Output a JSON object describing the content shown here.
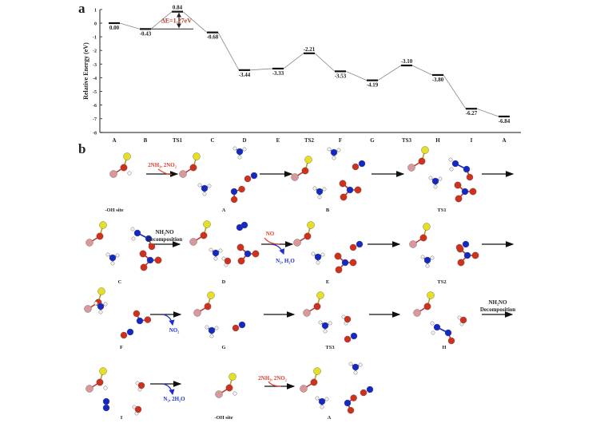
{
  "panel_labels": {
    "a": "a",
    "b": "b"
  },
  "chart_data": {
    "type": "line",
    "title": "",
    "xlabel": "",
    "ylabel": "Relative Energy (eV)",
    "ylim": [
      -8,
      1
    ],
    "yticks": [
      "1",
      "0",
      "-1",
      "-2",
      "-3",
      "-4",
      "-5",
      "-6",
      "-7",
      "-8"
    ],
    "categories": [
      "A",
      "B",
      "TS1",
      "C",
      "D",
      "E",
      "TS2",
      "F",
      "G",
      "TS3",
      "H",
      "I",
      "A"
    ],
    "values": [
      0.0,
      -0.43,
      0.84,
      -0.68,
      -3.44,
      -3.33,
      -2.21,
      -3.53,
      -4.19,
      -3.1,
      -3.8,
      -6.27,
      -6.84
    ],
    "value_labels": [
      "0.00",
      "-0.43",
      "0.84",
      "-0.68",
      "-3.44",
      "-3.33",
      "-2.21",
      "-3.53",
      "-4.19",
      "-3.10",
      "-3.80",
      "-6.27",
      "-6.84"
    ],
    "annotation": {
      "text": "ΔE=1.27eV",
      "from": "B",
      "to": "TS1",
      "color": "#c0392b"
    },
    "grid": false
  },
  "panel_b": {
    "states": [
      "-OH site",
      "A",
      "B",
      "TS1",
      "C",
      "D",
      "E",
      "TS2",
      "F",
      "G",
      "TS3",
      "H",
      "I",
      "-OH site",
      "A"
    ],
    "arrow_labels": {
      "adsorb1": "2NH₃, 2NO₂",
      "decomp1_l1": "NH₂NO",
      "decomp1_l2": "Decomposition",
      "no_in": "NO",
      "n2_h2o_out": "N₂, H₂O",
      "no2_out": "NO₂",
      "decomp2_l1": "NH₂NO",
      "decomp2_l2": "Decomposition",
      "n2_2h2o_out": "N₂, 2H₂O",
      "adsorb2": "2NH₃, 2NO₂"
    },
    "colors": {
      "in": "#e0412b",
      "out": "#1f2fd0",
      "O": "#d0301c",
      "N": "#1428c8",
      "H": "#f2f2f2",
      "S": "#e6e020",
      "B": "#d9999a"
    }
  }
}
